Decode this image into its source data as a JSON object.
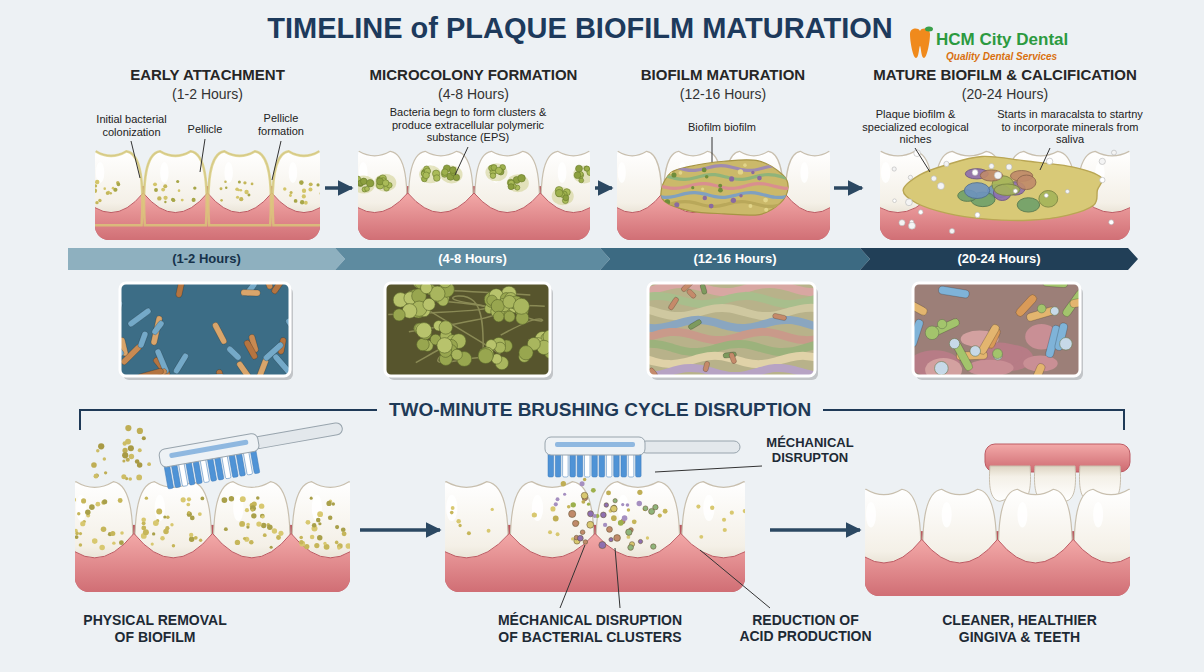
{
  "diagram": {
    "title": "TIMELINE of PLAQUE BIOFILM MATURATION",
    "nodes": [
      {
        "text": [
          "EARLY ATTACHMENT",
          "(1-2 Hours)"
        ]
      },
      {
        "text": [
          "MICROCOLONY FORMATION",
          "(4-8 Hours)"
        ]
      },
      {
        "text": [
          "BIOFILM MATURATION",
          "(12-16 Hours)"
        ]
      },
      {
        "text": [
          "MATURE BIOFILM & CALCIFICATION",
          "(20-24 Hours)"
        ]
      },
      {
        "text": [
          "(1-2 Hours)"
        ]
      },
      {
        "text": [
          "(4-8 Hours)"
        ]
      },
      {
        "text": [
          "(12-16 Hours)"
        ]
      },
      {
        "text": [
          "(20-24 Hours)"
        ]
      },
      {
        "text": [
          "PHYSICAL REMOVAL OF BIOFILM"
        ]
      },
      {
        "text": [
          "MÉCHANICAL DISRUPTION OF BACTERIAL CLUSTERS"
        ]
      },
      {
        "text": [
          "CLEANER, HEALTHIER GINGIVA & TEETH"
        ]
      }
    ],
    "edges": [
      {
        "from": 0,
        "to": 1,
        "arrow": "to"
      },
      {
        "from": 1,
        "to": 2,
        "arrow": "to"
      },
      {
        "from": 2,
        "to": 3,
        "arrow": "to"
      },
      {
        "from": 8,
        "to": 9,
        "arrow": "to"
      },
      {
        "from": 9,
        "to": 10,
        "arrow": "to"
      }
    ],
    "labels": [
      "HCM City Dental",
      "Quality Dental Services",
      "Initial bacterial colonization",
      "Pellicle",
      "Pellicle formation",
      "Bacteria begn to form clusters & produce extracellular polymeric substance (EPS)",
      "Biofilm biofilm",
      "Plaque biofilm & specialized ecological niches",
      "Starts in maracalsta to startny to incorporate minerals from saliva",
      "TWO-MINUTE BRUSHING CYCLE DISRUPTION",
      "MÉCHANICAL DISRUPTON",
      "REDUCTION OF ACID PRODUCTION"
    ]
  }
}
